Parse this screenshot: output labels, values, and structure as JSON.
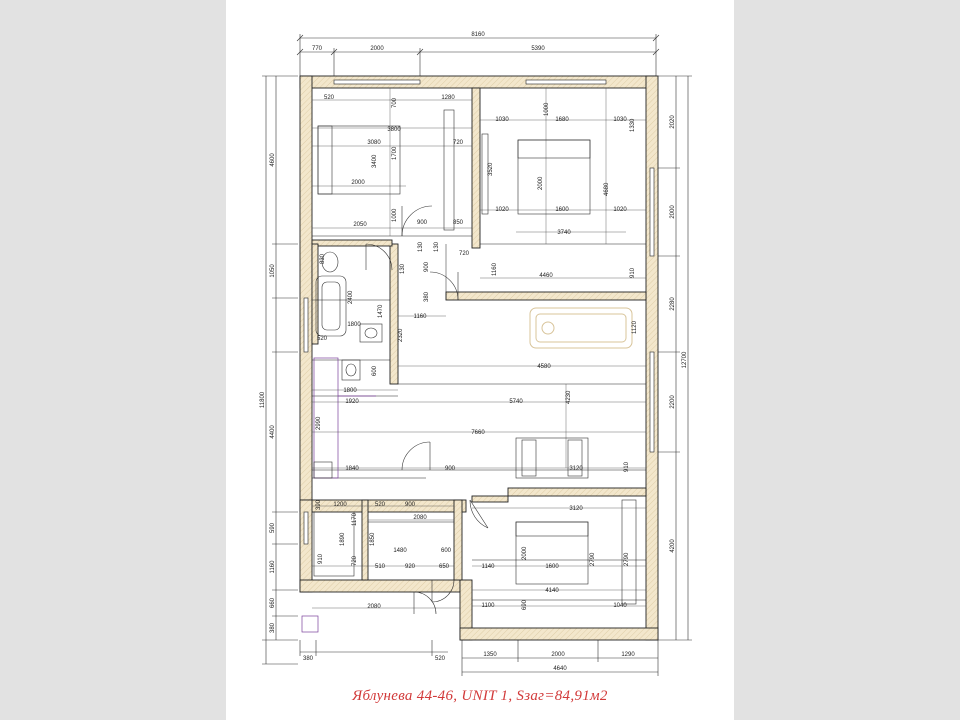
{
  "caption": "Яблунева 44-46, UNIT 1, Sзаг=84,91м2",
  "colors": {
    "wall_fill": "#f3e7cc",
    "line": "#222222",
    "sofa": "#d8c49a",
    "dim_line": "#333333",
    "caption": "#d23a3a",
    "purple": "#7a3f9a"
  },
  "dims": {
    "top_total": "8160",
    "top_a": "770",
    "top_b": "2000",
    "top_c": "5390",
    "bottom_total": "4640",
    "bottom_a": "1350",
    "bottom_b": "2000",
    "bottom_c": "1290",
    "bottom_380": "380",
    "bottom_520": "520",
    "left_total": "11800",
    "left_a": "4600",
    "left_b": "1050",
    "left_c": "4400",
    "left_d": "590",
    "left_e": "1160",
    "left_f": "660",
    "left_g": "380",
    "right_total": "12700",
    "right_a": "2020",
    "right_b": "2000",
    "right_c": "2280",
    "right_d": "2200",
    "right_e": "4200",
    "r1_520": "520",
    "r1_700": "700",
    "r1_1280": "1280",
    "r1_3800": "3800",
    "r1_3080": "3080",
    "r1_720": "720",
    "r1_3400": "3400",
    "r1_1700": "1700",
    "r1_2000": "2000",
    "r1_2050": "2050",
    "r1_1000": "1000",
    "r1_900": "900",
    "r1_850": "850",
    "r2_1030a": "1030",
    "r2_1000": "1000",
    "r2_1680": "1680",
    "r2_1030b": "1030",
    "r2_1330": "1330",
    "r2_3520": "3520",
    "r2_2000": "2000",
    "r2_4680": "4680",
    "r2_1020a": "1020",
    "r2_1600": "1600",
    "r2_1020b": "1020",
    "r2_3740": "3740",
    "h_130a": "130",
    "h_130b": "130",
    "h_720": "720",
    "h_1160v": "1160",
    "h_4460": "4460",
    "h_910": "910",
    "h_900": "900",
    "h_380": "380",
    "h_130c": "130",
    "b_830": "830",
    "b_2400": "2400",
    "b_1470": "1470",
    "b_520": "520",
    "b_1800": "1800",
    "b_2320": "2320",
    "b_1160": "1160",
    "l_1120": "1120",
    "l_4580": "4580",
    "l_600": "600",
    "l_1800": "1800",
    "l_1920": "1920",
    "l_5740": "5740",
    "l_4230": "4230",
    "l_2990": "2990",
    "l_7660": "7660",
    "l_1840": "1840",
    "l_900": "900",
    "l_3120": "3120",
    "l_910": "910",
    "s_390": "390",
    "s_1200": "1200",
    "s_520": "520",
    "s_900": "900",
    "s_1170": "1170",
    "s_2080": "2080",
    "s_1890": "1890",
    "s_1850": "1850",
    "s_1480": "1480",
    "s_600": "600",
    "s_910": "910",
    "s_720": "720",
    "s_510": "510",
    "s_920": "920",
    "s_650": "650",
    "s_2080b": "2080",
    "r3_3120": "3120",
    "r3_2000": "2000",
    "r3_1140": "1140",
    "r3_1600": "1600",
    "r3_2790a": "2790",
    "r3_2790b": "2790",
    "r3_4140": "4140",
    "r3_1100": "1100",
    "r3_690": "690",
    "r3_1040": "1040"
  }
}
